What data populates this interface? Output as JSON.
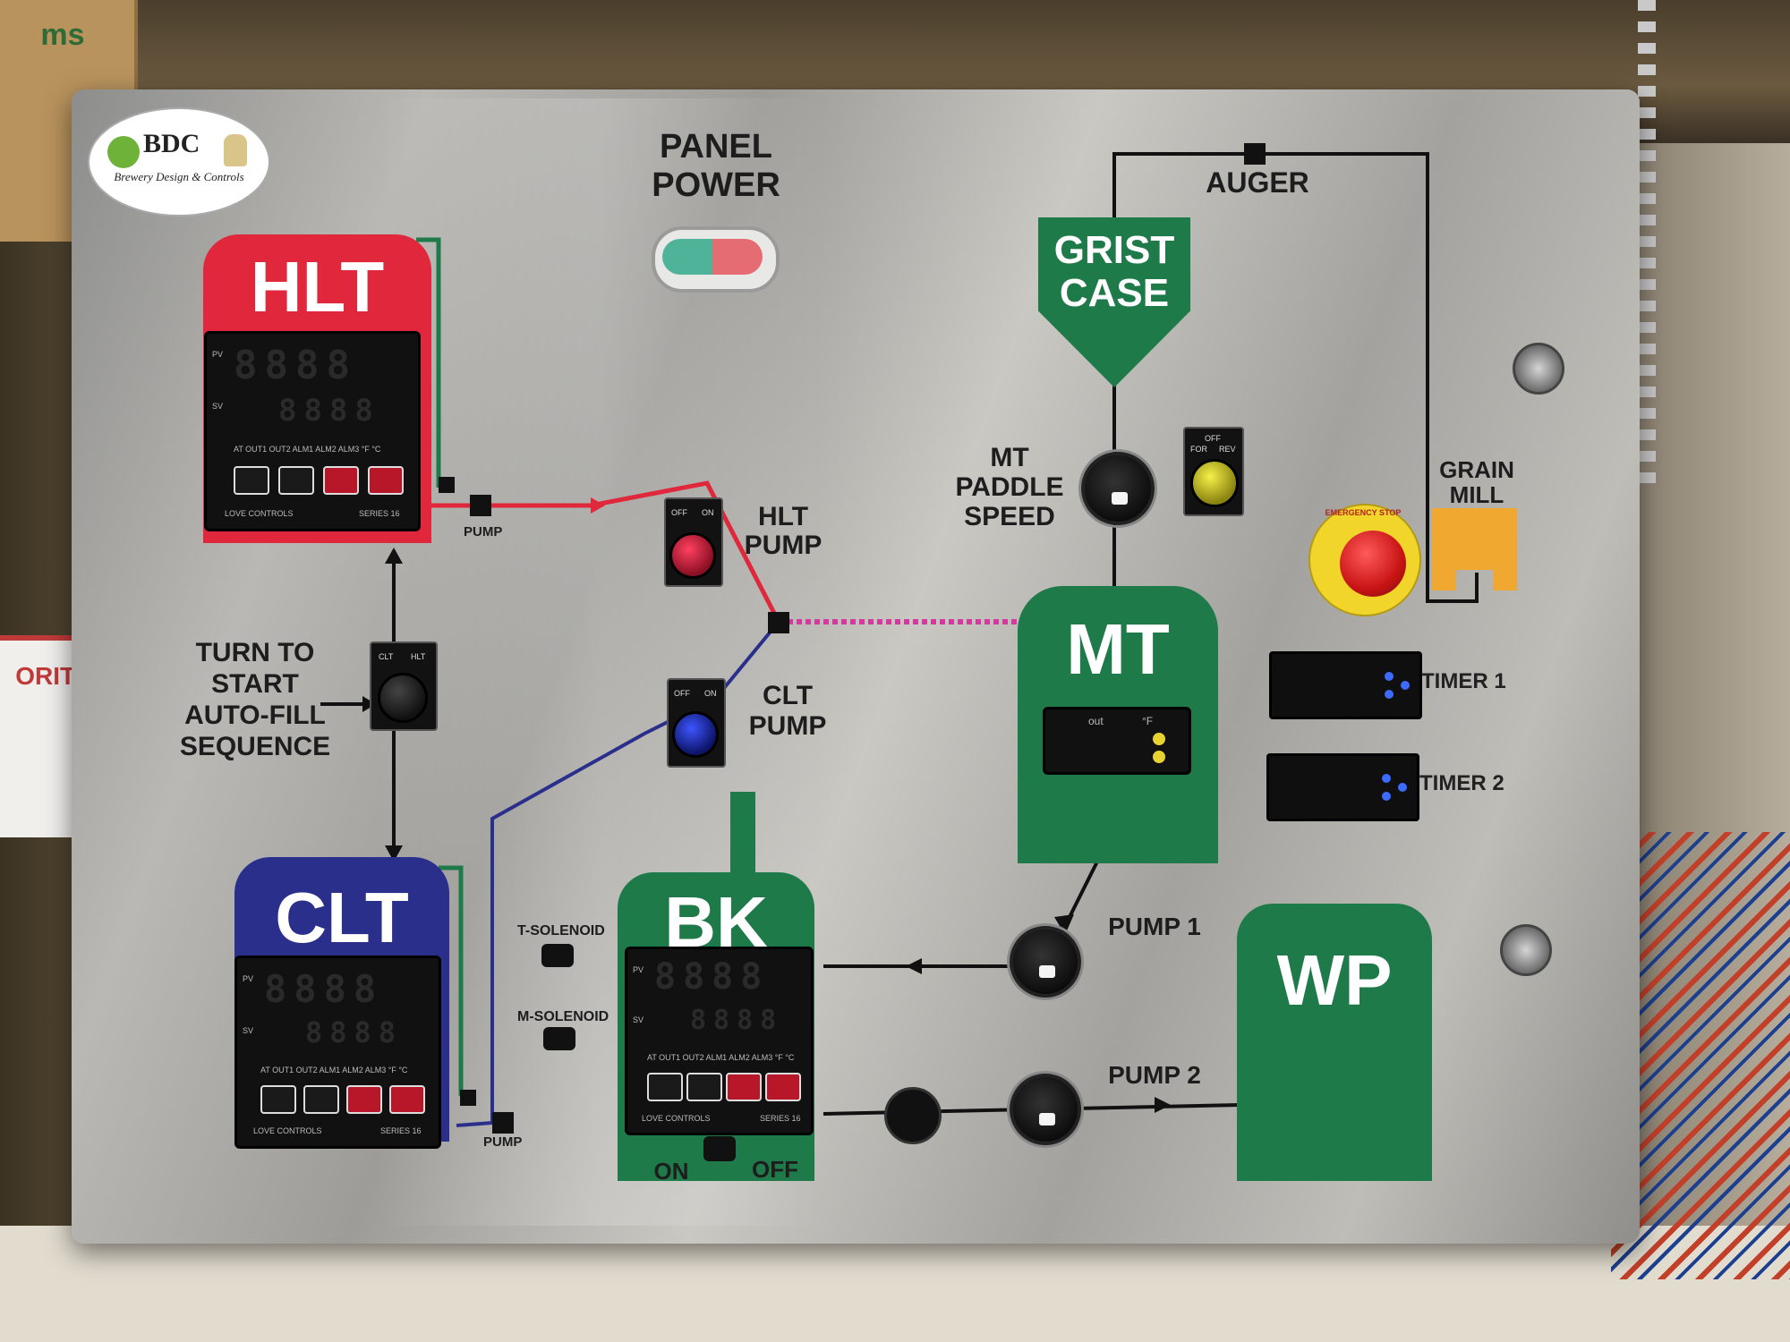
{
  "logo": {
    "brand": "BDC",
    "subtitle": "Brewery Design & Controls"
  },
  "panel_power": {
    "label_line1": "PANEL",
    "label_line2": "POWER"
  },
  "tanks": {
    "hlt": "HLT",
    "clt": "CLT",
    "mt": "MT",
    "bk": "BK",
    "wp": "WP",
    "grist_case_line1": "GRIST",
    "grist_case_line2": "CASE",
    "grain_mill_line1": "GRAIN",
    "grain_mill_line2": "MILL"
  },
  "labels": {
    "auger": "AUGER",
    "mt_paddle_line1": "MT",
    "mt_paddle_line2": "PADDLE",
    "mt_paddle_line3": "SPEED",
    "hlt_pump_line1": "HLT",
    "hlt_pump_line2": "PUMP",
    "clt_pump_line1": "CLT",
    "clt_pump_line2": "PUMP",
    "autofill_line1": "TURN TO",
    "autofill_line2": "START",
    "autofill_line3": "AUTO-FILL",
    "autofill_line4": "SEQUENCE",
    "pump_small_1": "PUMP",
    "pump_small_2": "PUMP",
    "pump1": "PUMP 1",
    "pump2": "PUMP 2",
    "t_solenoid": "T-SOLENOID",
    "m_solenoid": "M-SOLENOID",
    "bk_on": "ON",
    "bk_off": "OFF",
    "timer1": "TIMER 1",
    "timer2": "TIMER 2"
  },
  "switches": {
    "off": "OFF",
    "on": "ON",
    "clt": "CLT",
    "hlt": "HLT",
    "for": "FOR",
    "rev": "REV",
    "off2": "OFF"
  },
  "controller": {
    "pv": "PV",
    "sv": "SV",
    "digits": "8888",
    "indicators": "AT  OUT1 OUT2 ALM1 ALM2 ALM3  °F  °C",
    "brand": "LOVE CONTROLS",
    "series": "SERIES 16"
  },
  "mt_controller": {
    "out": "out",
    "unit": "°F"
  },
  "estop": {
    "text": "EMERGENCY STOP"
  },
  "background": {
    "box_text": "ms",
    "mailbox_text": "ORITY"
  },
  "colors": {
    "hlt": "#e0273b",
    "clt": "#2a2f8c",
    "green": "#1f7a4a",
    "mill": "#f0a830"
  }
}
